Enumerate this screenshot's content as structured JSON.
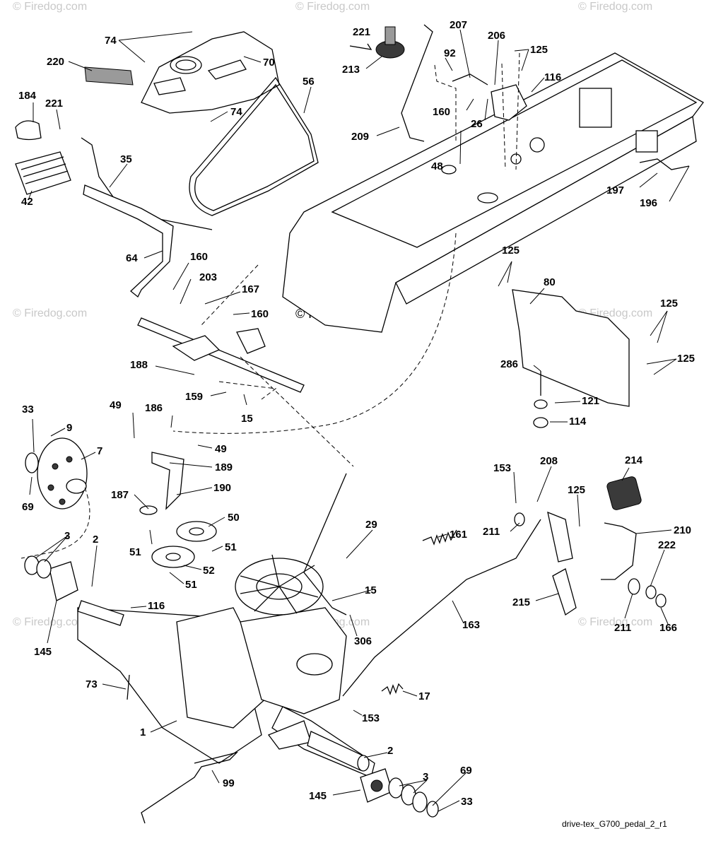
{
  "watermarks": {
    "top_left": "© Firedog.com",
    "top_center": "© Firedog.com",
    "top_right": "© Firedog.com",
    "mid_left": "© Firedog.com",
    "mid_right": "© Firedog.com",
    "center": "© Firedog.com",
    "bottom_left": "© Firedog.com",
    "bottom_center": "© Firedog.com",
    "bottom_right": "© Firedog.com"
  },
  "diagram_code": "drive-tex_G700_pedal_2_r1",
  "callouts": [
    "74",
    "70",
    "220",
    "184",
    "221",
    "42",
    "35",
    "64",
    "56",
    "221",
    "213",
    "207",
    "92",
    "206",
    "125",
    "116",
    "160",
    "26",
    "209",
    "48",
    "197",
    "196",
    "160",
    "203",
    "167",
    "160",
    "188",
    "159",
    "15",
    "125",
    "80",
    "125",
    "125",
    "286",
    "121",
    "114",
    "33",
    "9",
    "7",
    "69",
    "49",
    "186",
    "49",
    "189",
    "190",
    "187",
    "50",
    "51",
    "51",
    "52",
    "51",
    "153",
    "208",
    "214",
    "29",
    "161",
    "125",
    "211",
    "210",
    "222",
    "215",
    "211",
    "166",
    "3",
    "2",
    "116",
    "145",
    "15",
    "306",
    "163",
    "73",
    "17",
    "153",
    "1",
    "2",
    "99",
    "69",
    "3",
    "145",
    "33",
    "74"
  ]
}
